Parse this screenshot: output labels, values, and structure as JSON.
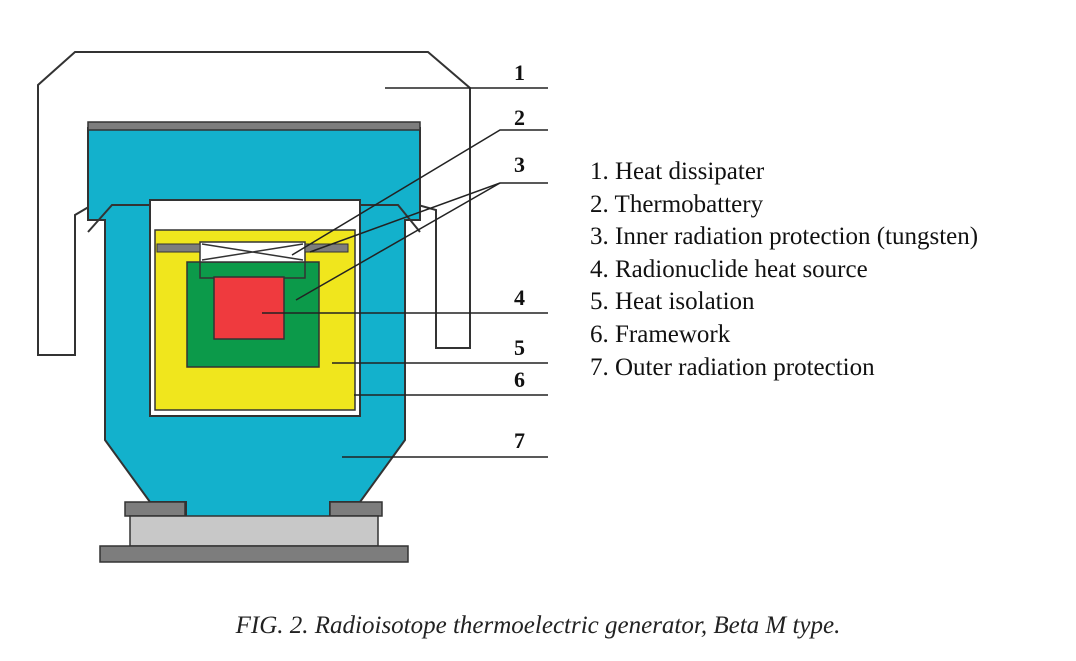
{
  "colors": {
    "outer_protection": "#13b1cc",
    "heat_isolation": "#f0e61d",
    "inner_protection": "#0c9a4a",
    "heat_source": "#ef3a3e",
    "framework_plate": "#7d7d7d",
    "base_light": "#c8c8c8",
    "outline": "#333333"
  },
  "callouts": [
    "1",
    "2",
    "3",
    "4",
    "5",
    "6",
    "7"
  ],
  "legend": [
    "1. Heat dissipater",
    "2. Thermobattery",
    "3. Inner radiation protection (tungsten)",
    "4. Radionuclide heat source",
    "5. Heat isolation",
    "6. Framework",
    "7. Outer radiation protection"
  ],
  "caption": "FIG. 2.  Radioisotope thermoelectric generator, Beta M type."
}
